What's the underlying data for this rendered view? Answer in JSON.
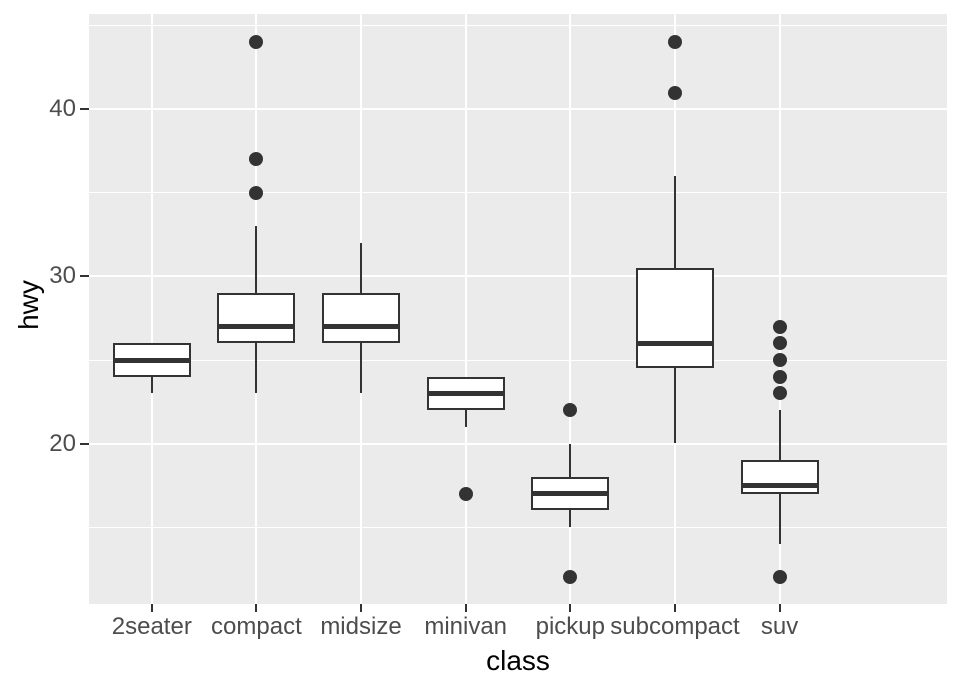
{
  "chart_data": {
    "type": "boxplot",
    "title": "",
    "xlabel": "class",
    "ylabel": "hwy",
    "categories": [
      "2seater",
      "compact",
      "midsize",
      "minivan",
      "pickup",
      "subcompact",
      "suv"
    ],
    "y_ticks": [
      20,
      30,
      40
    ],
    "y_minor_gridlines": [
      15,
      25,
      35,
      45
    ],
    "ylim": [
      10.4,
      45.7
    ],
    "grid": "on",
    "legend": "none",
    "series": [
      {
        "category": "2seater",
        "whisker_low": 23,
        "q1": 24,
        "median": 25,
        "q3": 26,
        "whisker_high": 26,
        "outliers": []
      },
      {
        "category": "compact",
        "whisker_low": 23,
        "q1": 26,
        "median": 27,
        "q3": 29,
        "whisker_high": 33,
        "outliers": [
          35,
          37,
          44
        ]
      },
      {
        "category": "midsize",
        "whisker_low": 23,
        "q1": 26,
        "median": 27,
        "q3": 29,
        "whisker_high": 32,
        "outliers": []
      },
      {
        "category": "minivan",
        "whisker_low": 21,
        "q1": 22,
        "median": 23,
        "q3": 24,
        "whisker_high": 24,
        "outliers": [
          17
        ]
      },
      {
        "category": "pickup",
        "whisker_low": 15,
        "q1": 16,
        "median": 17,
        "q3": 18,
        "whisker_high": 20,
        "outliers": [
          12,
          22
        ]
      },
      {
        "category": "subcompact",
        "whisker_low": 20,
        "q1": 24.5,
        "median": 26,
        "q3": 30.5,
        "whisker_high": 36,
        "outliers": [
          41,
          44
        ]
      },
      {
        "category": "suv",
        "whisker_low": 14,
        "q1": 17,
        "median": 17.5,
        "q3": 19,
        "whisker_high": 22,
        "outliers": [
          12,
          23,
          24,
          25,
          26,
          27
        ]
      }
    ],
    "colors": {
      "panel_bg": "#EBEBEB",
      "gridline": "#FFFFFF",
      "box_stroke": "#333333",
      "box_fill": "#FFFFFF",
      "outlier_dot": "#333333",
      "tick_mark": "#333333",
      "tick_text": "#4D4D4D",
      "axis_title_text": "#000000"
    }
  }
}
